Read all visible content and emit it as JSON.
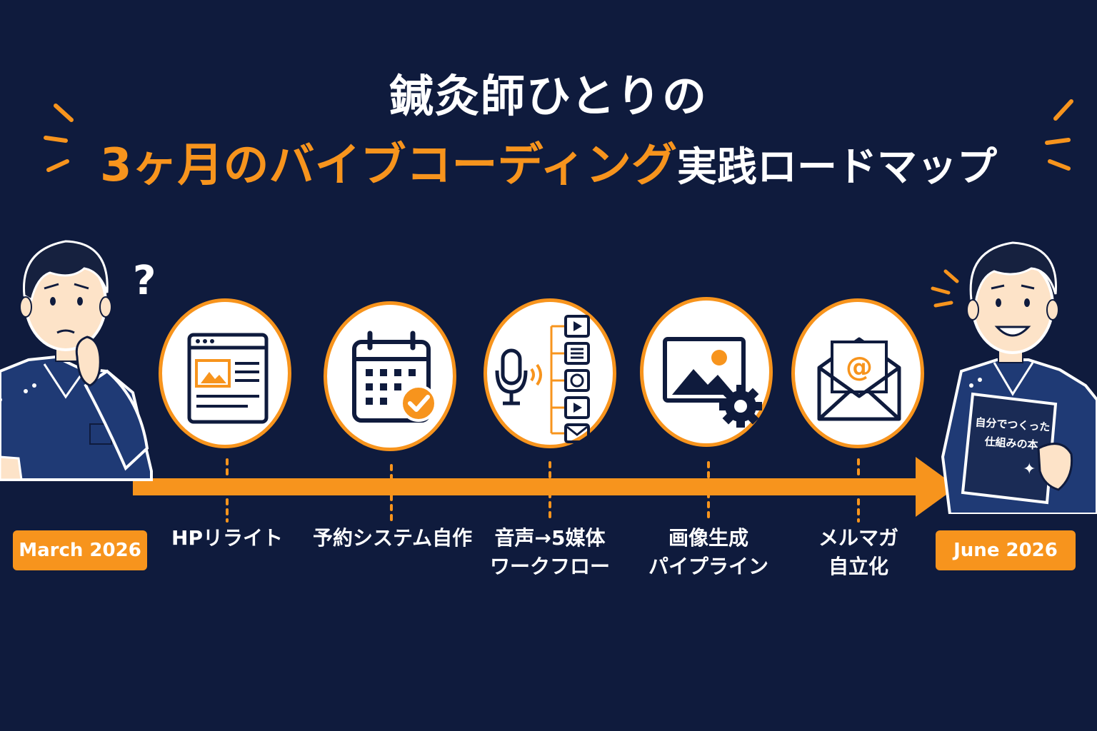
{
  "title": {
    "line1": "鍼灸師ひとりの",
    "line2_highlight": "3ヶ月のバイブコーディング",
    "line2_rest": "実践ロードマップ"
  },
  "start_date": "March 2026",
  "end_date": "June 2026",
  "milestones": [
    {
      "label_lines": [
        "HPリライト"
      ],
      "icon": "webpage-icon"
    },
    {
      "label_lines": [
        "予約システム自作"
      ],
      "icon": "calendar-check-icon"
    },
    {
      "label_lines": [
        "音声→5媒体",
        "ワークフロー"
      ],
      "icon": "microphone-workflow-icon"
    },
    {
      "label_lines": [
        "画像生成",
        "パイプライン"
      ],
      "icon": "image-gear-icon"
    },
    {
      "label_lines": [
        "メルマガ",
        "自立化"
      ],
      "icon": "email-icon"
    }
  ],
  "book": {
    "line1": "自分でつくった",
    "line2": "仕組みの本"
  },
  "colors": {
    "background": "#0f1b3d",
    "accent": "#f7941d",
    "white": "#ffffff"
  },
  "characters": {
    "start": "confused-person-icon",
    "end": "happy-person-with-book-icon"
  }
}
